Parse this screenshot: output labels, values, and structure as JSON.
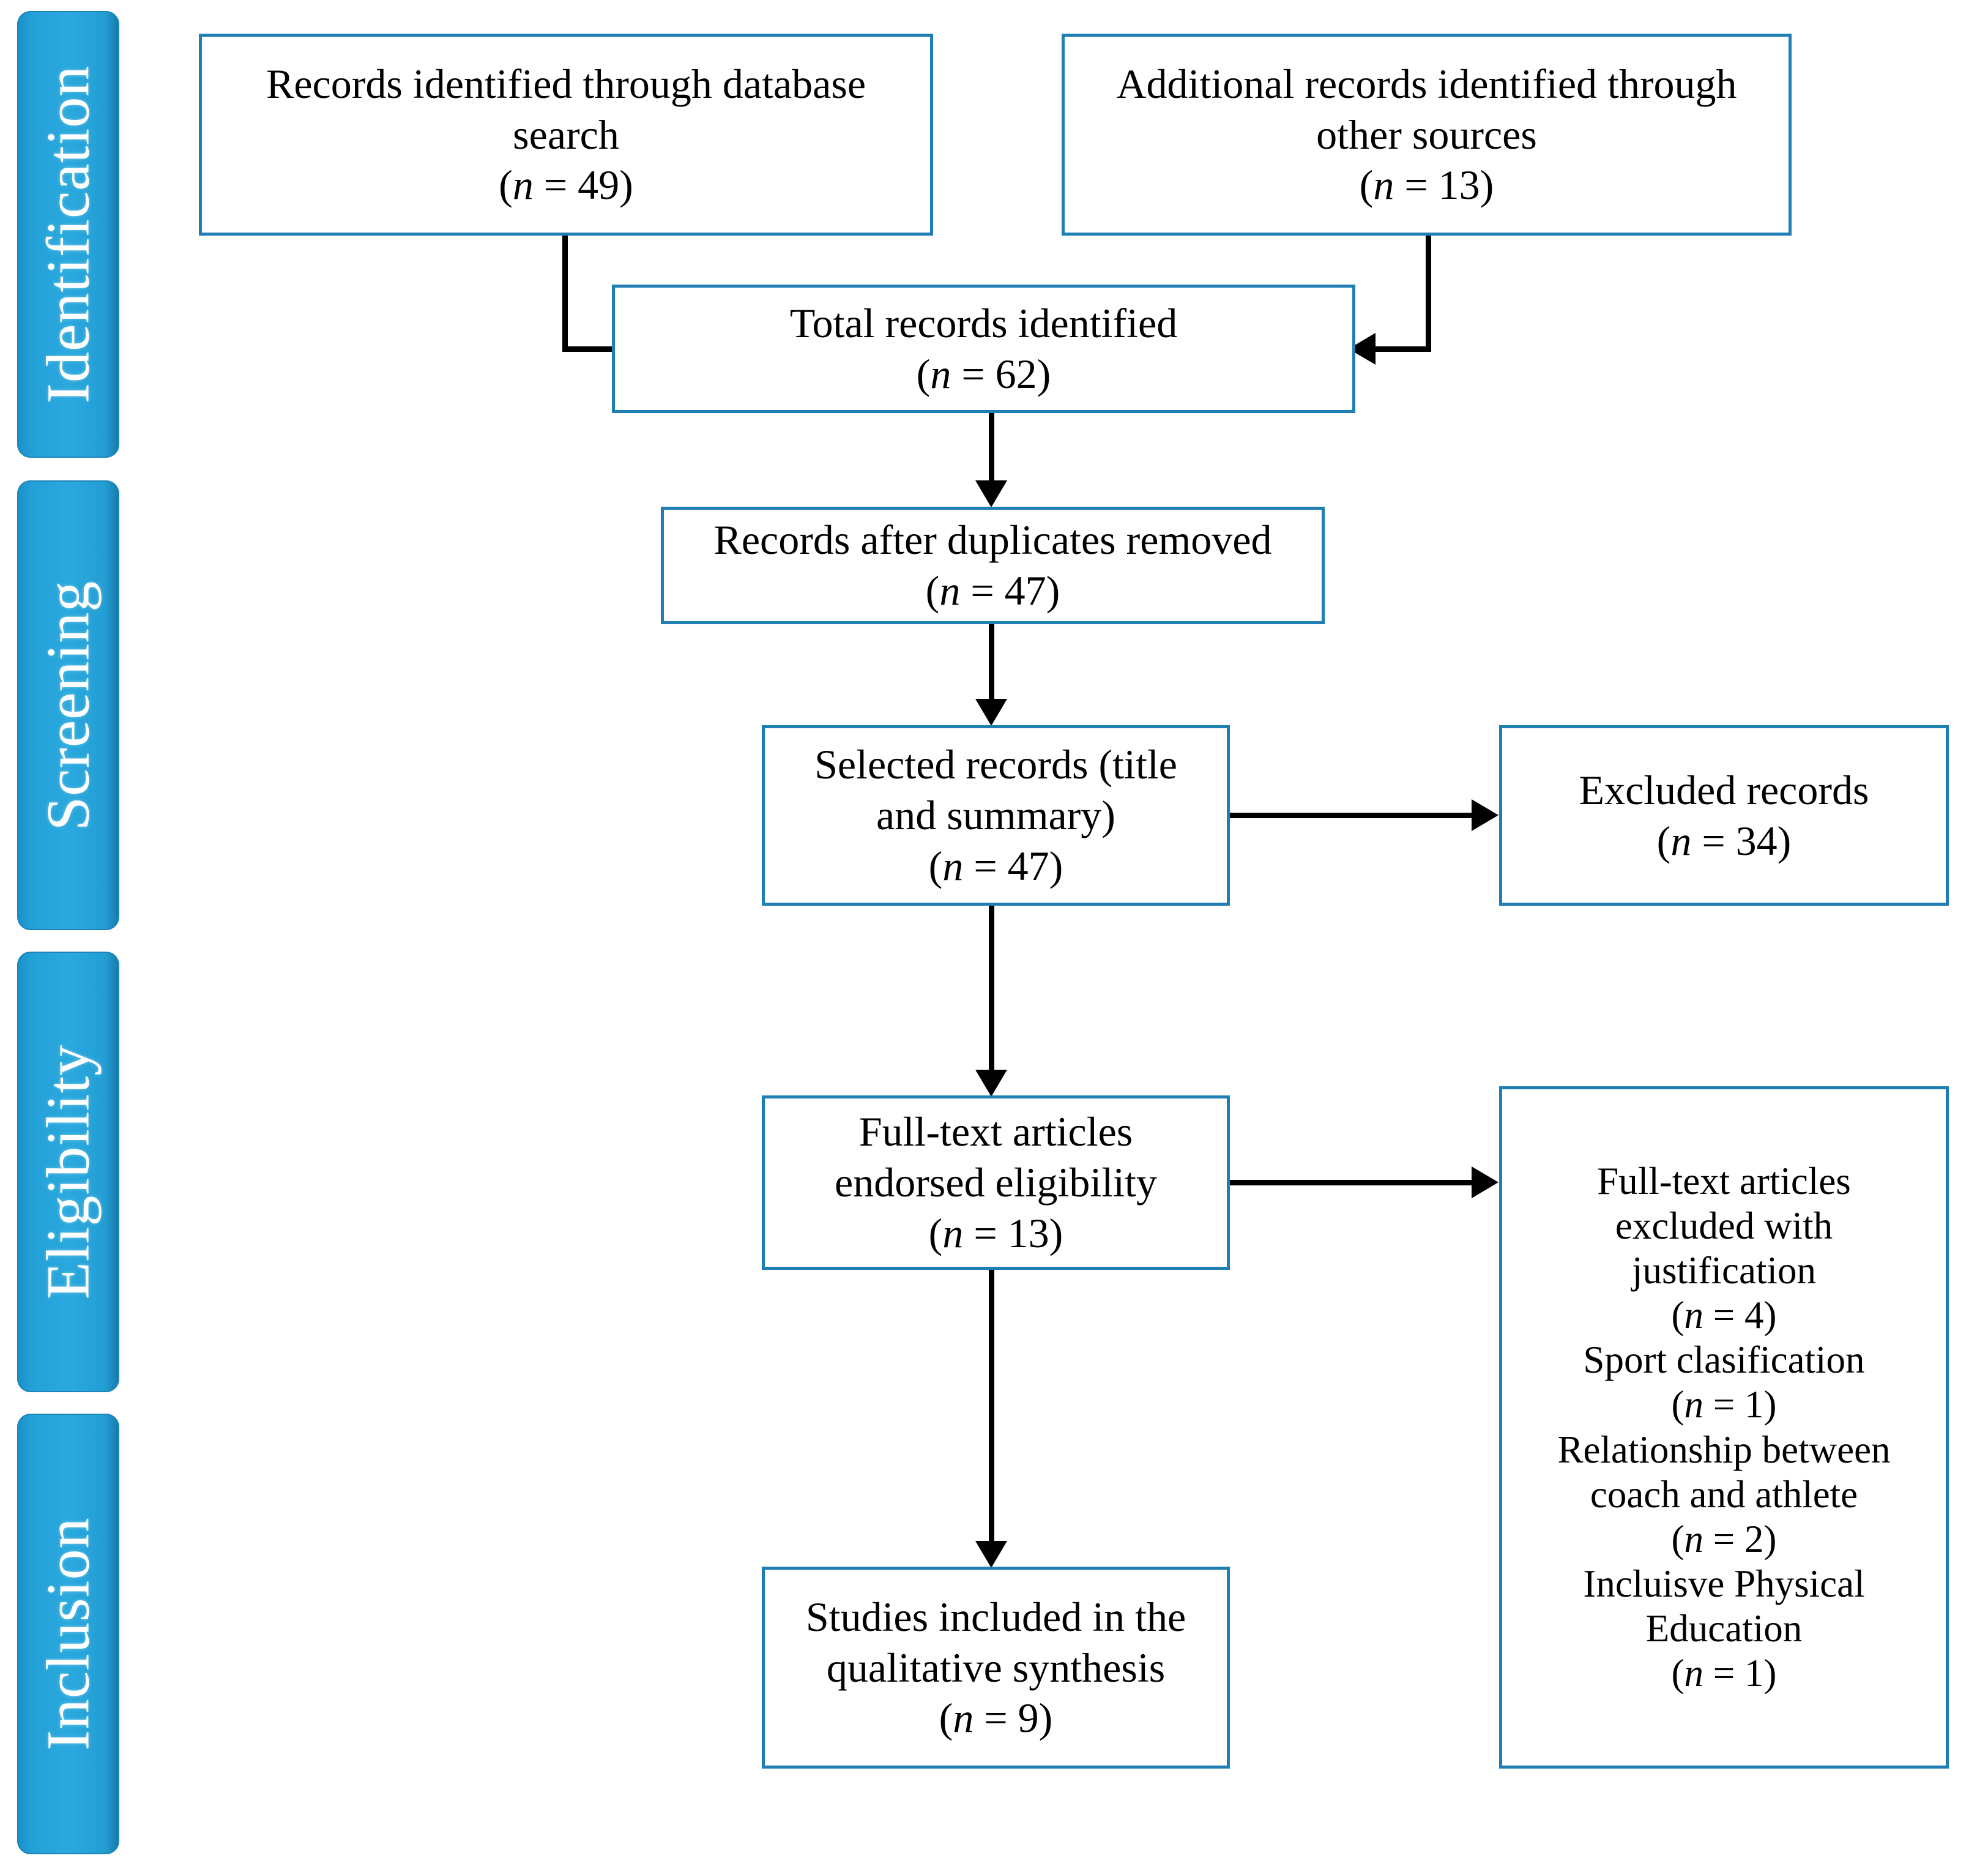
{
  "diagram": {
    "type": "prisma-flow-diagram",
    "accent_color": "#1f7fb4",
    "stage_bar_color": "#2aa9de",
    "connector_color": "#000000"
  },
  "stages": [
    {
      "id": "identification",
      "label": "Identification"
    },
    {
      "id": "screening",
      "label": "Screening"
    },
    {
      "id": "eligibility",
      "label": "Eligibility"
    },
    {
      "id": "inclusion",
      "label": "Inclusion"
    }
  ],
  "boxes": {
    "database_search": {
      "title": "Records identified through database search",
      "count_label": "(n = 49)",
      "n": 49,
      "text": "Records identified through database\nsearch\n(n = 49)"
    },
    "other_sources": {
      "title": "Additional records identified through other sources",
      "count_label": "(n = 13)",
      "n": 13,
      "text": "Additional records identified through\nother sources\n(n = 13)"
    },
    "total_records": {
      "title": "Total records identified",
      "count_label": "(n = 62)",
      "n": 62,
      "text": "Total records identified\n(n = 62)"
    },
    "after_duplicates": {
      "title": "Records after duplicates removed",
      "count_label": "(n = 47)",
      "n": 47,
      "text": "Records after duplicates removed\n(n = 47)"
    },
    "selected_records": {
      "title": "Selected records (title and summary)",
      "count_label": "(n = 47)",
      "n": 47,
      "text": "Selected records (title\nand summary)\n(n = 47)"
    },
    "excluded_records": {
      "title": "Excluded records",
      "count_label": "(n = 34)",
      "n": 34,
      "text": "Excluded records\n(n = 34)"
    },
    "fulltext_eligible": {
      "title": "Full-text articles endorsed eligibility",
      "count_label": "(n = 13)",
      "n": 13,
      "text": "Full-text articles\nendorsed eligibility\n(n = 13)"
    },
    "fulltext_excluded": {
      "title": "Full-text articles excluded with justification",
      "count_label": "(n = 4)",
      "n": 4,
      "reasons": [
        {
          "reason": "Sport clasification",
          "count_label": "(n = 1)",
          "n": 1
        },
        {
          "reason": "Relationship between coach and athlete",
          "count_label": "(n = 2)",
          "n": 2
        },
        {
          "reason": "Incluisve Physical Education",
          "count_label": "(n = 1)",
          "n": 1
        }
      ],
      "text": "Full-text articles\nexcluded with\njustification\n(n = 4)\nSport clasification\n(n = 1)\nRelationship between\ncoach and athlete\n(n = 2)\nIncluisve Physical\nEducation\n(n = 1)"
    },
    "included_studies": {
      "title": "Studies included in the qualitative synthesis",
      "count_label": "(n = 9)",
      "n": 9,
      "text": "Studies included in the\nqualitative synthesis\n(n = 9)"
    }
  },
  "flows": [
    {
      "from": "database_search",
      "to": "total_records",
      "style": "elbow-right"
    },
    {
      "from": "other_sources",
      "to": "total_records",
      "style": "elbow-left"
    },
    {
      "from": "total_records",
      "to": "after_duplicates",
      "style": "down"
    },
    {
      "from": "after_duplicates",
      "to": "selected_records",
      "style": "down"
    },
    {
      "from": "selected_records",
      "to": "excluded_records",
      "style": "right"
    },
    {
      "from": "selected_records",
      "to": "fulltext_eligible",
      "style": "down"
    },
    {
      "from": "fulltext_eligible",
      "to": "fulltext_excluded",
      "style": "right"
    },
    {
      "from": "fulltext_eligible",
      "to": "included_studies",
      "style": "down"
    }
  ]
}
